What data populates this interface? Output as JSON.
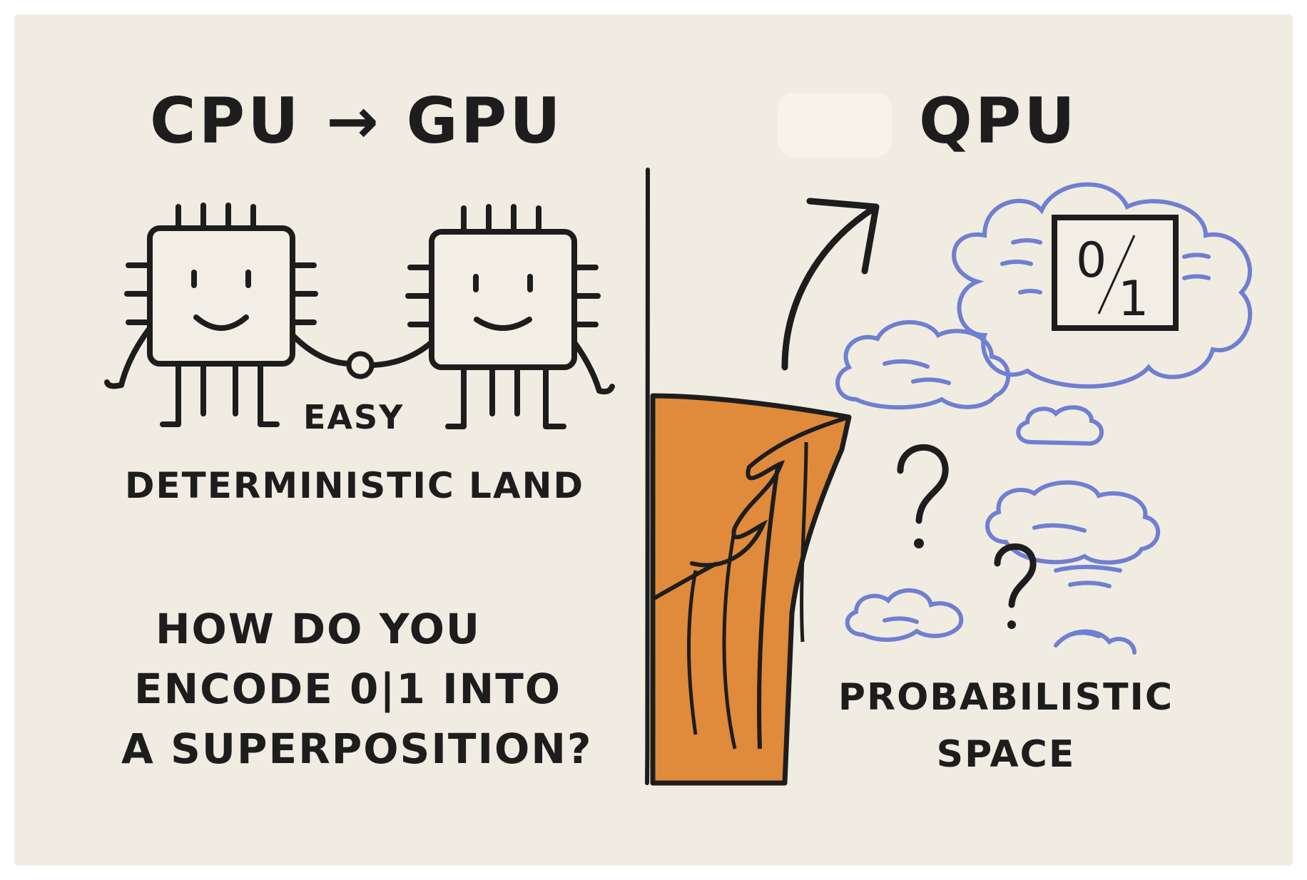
{
  "left_panel": {
    "title": "CPU → GPU",
    "link_label": "EASY",
    "region_label": "DETERMINISTIC LAND",
    "question_lines": [
      "HOW DO YOU",
      "ENCODE 0|1 INTO",
      "A SUPERPOSITION?"
    ]
  },
  "right_panel": {
    "title": "QPU",
    "qubit": {
      "zero": "0",
      "one": "1"
    },
    "region_label_lines": [
      "PROBABILISTIC",
      "SPACE"
    ]
  },
  "colors": {
    "background": "#f1ece2",
    "ink": "#1d1d1d",
    "cliff": "#e08a3c",
    "cloud": "#6f7fd1"
  },
  "icons": [
    "cpu-chip-icon",
    "gpu-chip-icon",
    "arrow-up-right-icon",
    "cliff-icon",
    "cloud-icon",
    "question-mark-icon",
    "qubit-box-icon"
  ]
}
